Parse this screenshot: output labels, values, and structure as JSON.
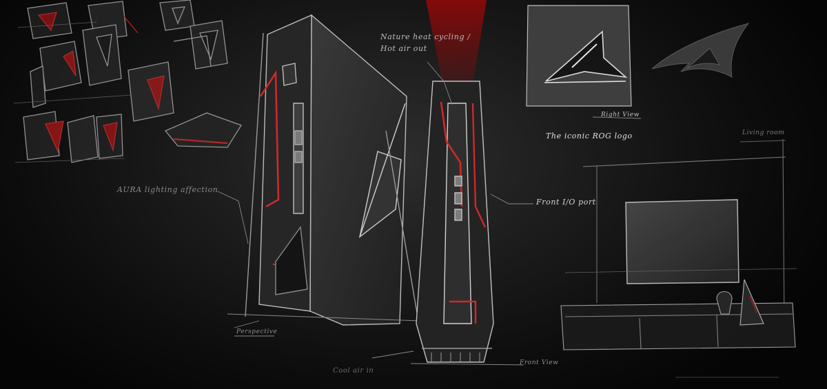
{
  "annotations": {
    "aura_lighting": "AURA lighting affection",
    "heat_line_1": "Nature heat cycling /",
    "heat_line_2": "Hot air out",
    "front_io": "Front I/O port",
    "right_view": "Right View",
    "rog_logo": "The iconic ROG logo",
    "living_room": "Living room",
    "perspective": "Perspective",
    "front_view": "Front View",
    "cool_air": "Cool air in"
  },
  "colors": {
    "background": "#0a0a0a",
    "sketch_line": "#b5b5b5",
    "accent_red": "#d21e1e",
    "cool_air_blue": "#4a7fa8"
  },
  "icons": {
    "rog_logo": "rog-eye-logo-icon"
  }
}
